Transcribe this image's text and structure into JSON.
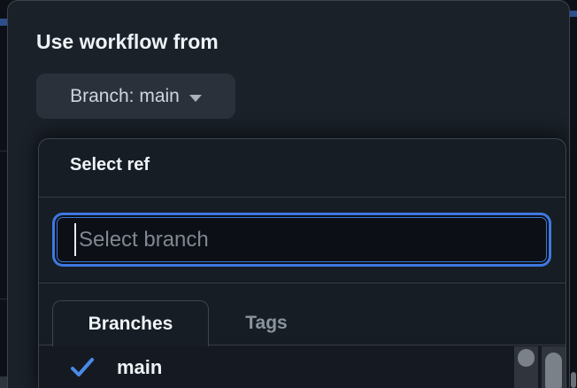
{
  "workflow_dropdown": {
    "title": "Use workflow from",
    "branch_button": {
      "label": "Branch: main"
    }
  },
  "ref_selector": {
    "title": "Select ref",
    "search_input": {
      "value": "",
      "placeholder": "Select branch"
    },
    "tabs": [
      {
        "label": "Branches",
        "active": true
      },
      {
        "label": "Tags",
        "active": false
      }
    ],
    "list": {
      "items": [
        {
          "label": "main",
          "selected": true
        }
      ]
    }
  },
  "icons": {
    "branch_button_caret": "caret-down",
    "selected_item_check": "check"
  },
  "colors": {
    "page_background": "#0d1117",
    "dropdown_background": "#1b2129",
    "card_background": "#171d24",
    "panel_border": "#3d444d",
    "divider": "#343b44",
    "focus_ring_blue": "#3e78e0",
    "check_blue": "#4a8ae8",
    "backdrop_accent_blue": "#2d4f8e",
    "text_primary": "#edf2f7",
    "text_secondary": "#8b949e",
    "placeholder": "#7f8790"
  }
}
